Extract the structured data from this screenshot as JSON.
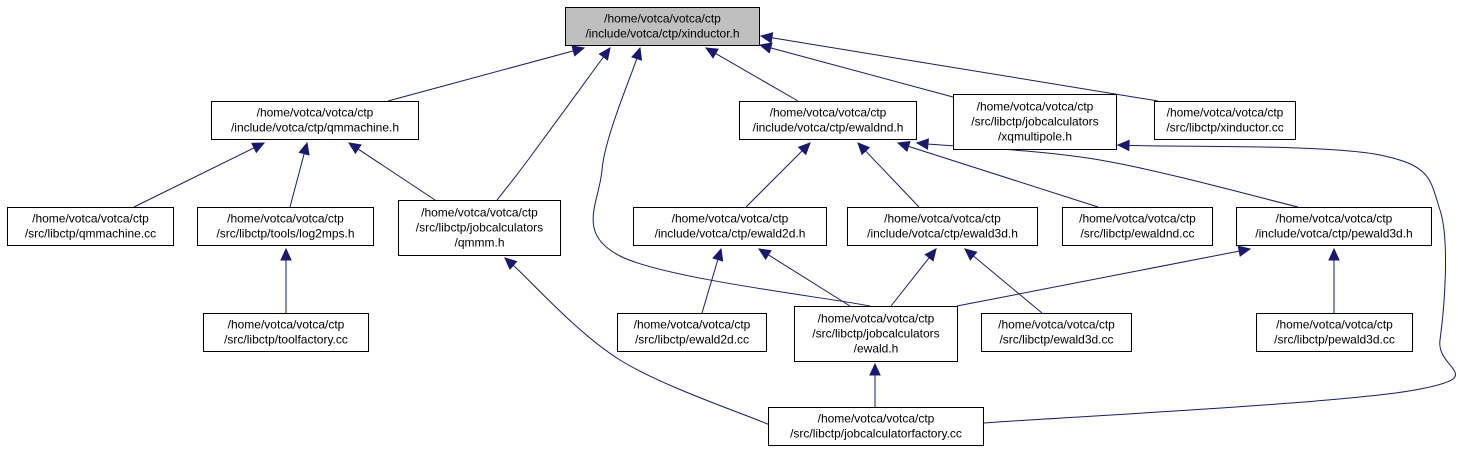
{
  "nodes": [
    {
      "id": "xinductor_h",
      "lines": [
        "/home/votca/votca/ctp",
        "/include/votca/ctp/xinductor.h"
      ],
      "highlight": true
    },
    {
      "id": "qmmachine_h",
      "lines": [
        "/home/votca/votca/ctp",
        "/include/votca/ctp/qmmachine.h"
      ]
    },
    {
      "id": "ewaldnd_h",
      "lines": [
        "/home/votca/votca/ctp",
        "/include/votca/ctp/ewaldnd.h"
      ]
    },
    {
      "id": "xqmultipole_h",
      "lines": [
        "/home/votca/votca/ctp",
        "/src/libctp/jobcalculators",
        "/xqmultipole.h"
      ]
    },
    {
      "id": "xinductor_cc",
      "lines": [
        "/home/votca/votca/ctp",
        "/src/libctp/xinductor.cc"
      ]
    },
    {
      "id": "qmmachine_cc",
      "lines": [
        "/home/votca/votca/ctp",
        "/src/libctp/qmmachine.cc"
      ]
    },
    {
      "id": "log2mps_h",
      "lines": [
        "/home/votca/votca/ctp",
        "/src/libctp/tools/log2mps.h"
      ]
    },
    {
      "id": "qmmm_h",
      "lines": [
        "/home/votca/votca/ctp",
        "/src/libctp/jobcalculators",
        "/qmmm.h"
      ]
    },
    {
      "id": "ewald2d_h",
      "lines": [
        "/home/votca/votca/ctp",
        "/include/votca/ctp/ewald2d.h"
      ]
    },
    {
      "id": "ewald3d_h",
      "lines": [
        "/home/votca/votca/ctp",
        "/include/votca/ctp/ewald3d.h"
      ]
    },
    {
      "id": "ewaldnd_cc",
      "lines": [
        "/home/votca/votca/ctp",
        "/src/libctp/ewaldnd.cc"
      ]
    },
    {
      "id": "pewald3d_h",
      "lines": [
        "/home/votca/votca/ctp",
        "/include/votca/ctp/pewald3d.h"
      ]
    },
    {
      "id": "toolfactory_cc",
      "lines": [
        "/home/votca/votca/ctp",
        "/src/libctp/toolfactory.cc"
      ]
    },
    {
      "id": "ewald2d_cc",
      "lines": [
        "/home/votca/votca/ctp",
        "/src/libctp/ewald2d.cc"
      ]
    },
    {
      "id": "ewald_h",
      "lines": [
        "/home/votca/votca/ctp",
        "/src/libctp/jobcalculators",
        "/ewald.h"
      ]
    },
    {
      "id": "ewald3d_cc",
      "lines": [
        "/home/votca/votca/ctp",
        "/src/libctp/ewald3d.cc"
      ]
    },
    {
      "id": "pewald3d_cc",
      "lines": [
        "/home/votca/votca/ctp",
        "/src/libctp/pewald3d.cc"
      ]
    },
    {
      "id": "jobcalculatorfactory_cc",
      "lines": [
        "/home/votca/votca/ctp",
        "/src/libctp/jobcalculatorfactory.cc"
      ]
    }
  ],
  "edges": [
    {
      "from": "qmmachine_h",
      "to": "xinductor_h"
    },
    {
      "from": "qmmm_h",
      "to": "xinductor_h"
    },
    {
      "from": "ewald_h",
      "to": "xinductor_h"
    },
    {
      "from": "ewaldnd_h",
      "to": "xinductor_h"
    },
    {
      "from": "xqmultipole_h",
      "to": "xinductor_h"
    },
    {
      "from": "xinductor_cc",
      "to": "xinductor_h"
    },
    {
      "from": "qmmachine_cc",
      "to": "qmmachine_h"
    },
    {
      "from": "log2mps_h",
      "to": "qmmachine_h"
    },
    {
      "from": "qmmm_h",
      "to": "qmmachine_h"
    },
    {
      "from": "toolfactory_cc",
      "to": "log2mps_h"
    },
    {
      "from": "jobcalculatorfactory_cc",
      "to": "qmmm_h"
    },
    {
      "from": "ewald2d_h",
      "to": "ewaldnd_h"
    },
    {
      "from": "ewald3d_h",
      "to": "ewaldnd_h"
    },
    {
      "from": "ewaldnd_cc",
      "to": "ewaldnd_h"
    },
    {
      "from": "pewald3d_h",
      "to": "ewaldnd_h"
    },
    {
      "from": "jobcalculatorfactory_cc",
      "to": "xqmultipole_h"
    },
    {
      "from": "ewald2d_cc",
      "to": "ewald2d_h"
    },
    {
      "from": "ewald_h",
      "to": "ewald2d_h"
    },
    {
      "from": "ewald_h",
      "to": "ewald3d_h"
    },
    {
      "from": "ewald3d_cc",
      "to": "ewald3d_h"
    },
    {
      "from": "ewald_h",
      "to": "pewald3d_h"
    },
    {
      "from": "pewald3d_cc",
      "to": "pewald3d_h"
    },
    {
      "from": "jobcalculatorfactory_cc",
      "to": "ewald_h"
    }
  ],
  "colors": {
    "edge": "#191970",
    "highlight_fill": "#bfbfbf",
    "box_stroke": "#000000"
  }
}
